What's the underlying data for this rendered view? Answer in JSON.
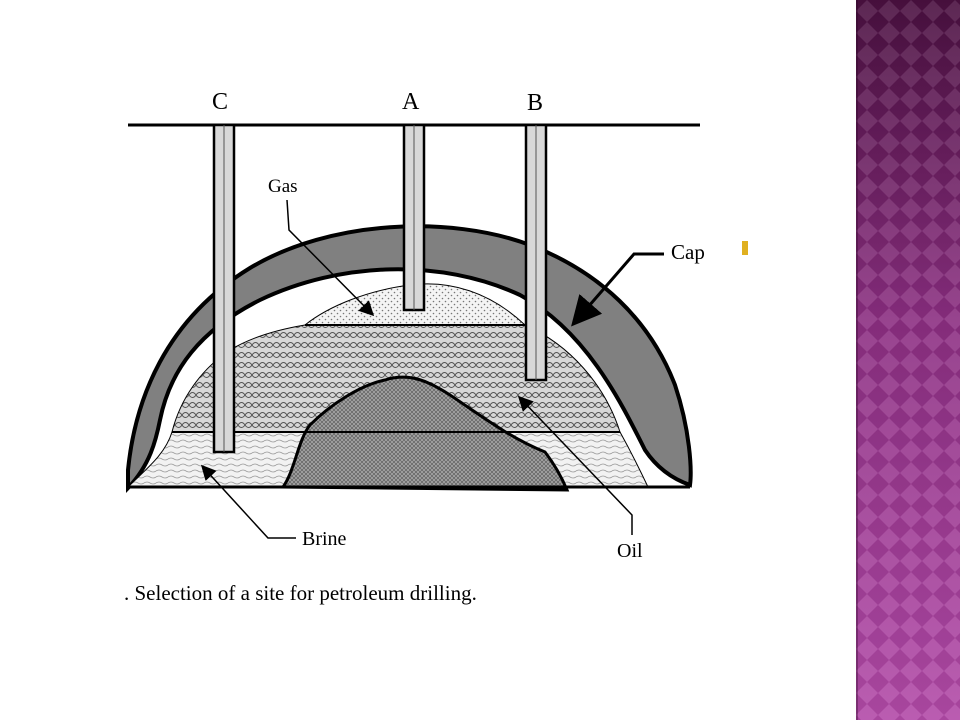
{
  "slide": {
    "accent_color": "#b03fa8",
    "band_colors": [
      "#4a1040",
      "#b24aa8"
    ]
  },
  "diagram": {
    "wells": {
      "left": "C",
      "middle": "A",
      "right": "B"
    },
    "labels": {
      "gas": "Gas",
      "cap": "Cap",
      "brine": "Brine",
      "oil": "Oil"
    },
    "caption": ". Selection of a site for petroleum drilling.",
    "fills": {
      "cap_rock": "#808080",
      "salt_dome": "#999999",
      "gas_zone": "#e9e9e9",
      "oil_zone": "#d2d2d2",
      "brine_zone": "#ececec"
    }
  }
}
